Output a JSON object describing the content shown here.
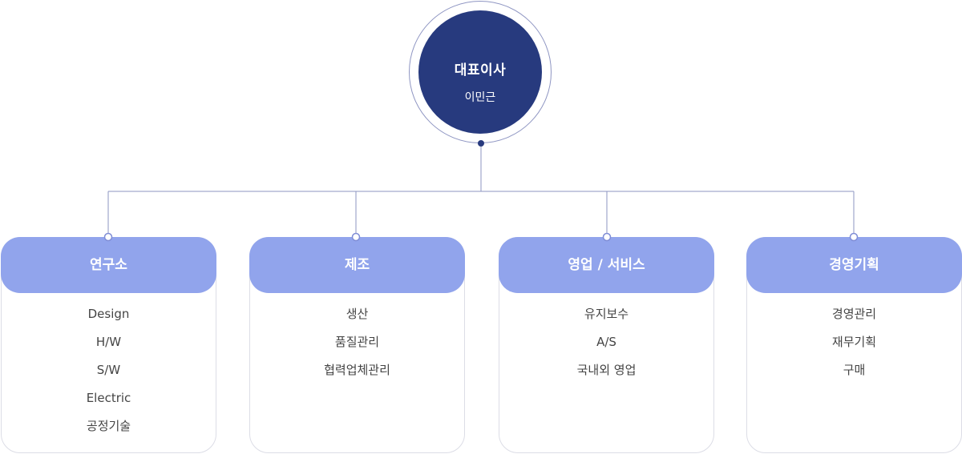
{
  "ceo": {
    "title": "대표이사",
    "name": "이민근"
  },
  "departments": [
    {
      "title": "연구소",
      "items": [
        "Design",
        "H/W",
        "S/W",
        "Electric",
        "공정기술"
      ]
    },
    {
      "title": "제조",
      "items": [
        "생산",
        "품질관리",
        "협력업체관리"
      ]
    },
    {
      "title": "영업 / 서비스",
      "items": [
        "유지보수",
        "A/S",
        "국내외 영업"
      ]
    },
    {
      "title": "경영기획",
      "items": [
        "경영관리",
        "재무기획",
        "구매"
      ]
    }
  ],
  "colors": {
    "ceo_fill": "#273a7e",
    "department_header": "#91a4ec",
    "connector": "#8e95c2"
  }
}
